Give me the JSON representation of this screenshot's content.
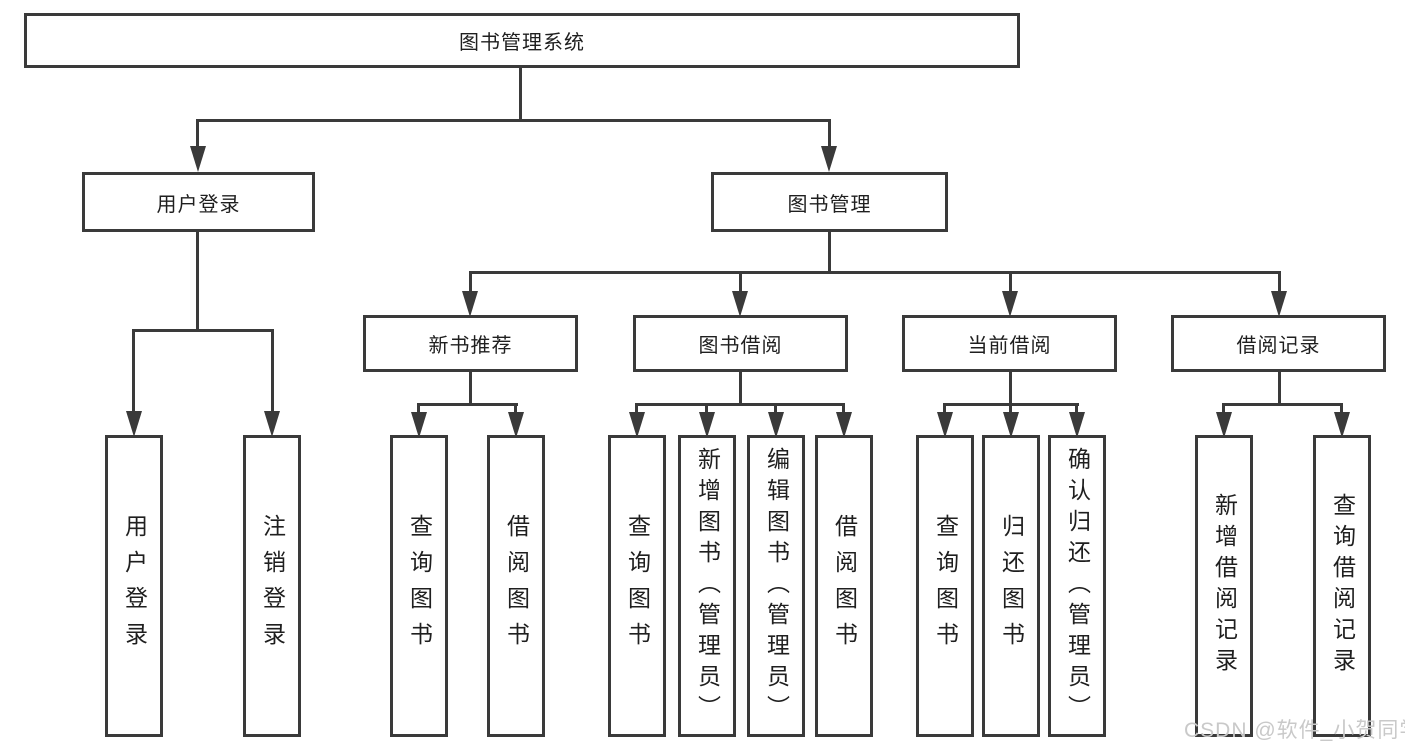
{
  "diagram": {
    "root": {
      "label": "图书管理系统"
    },
    "level2": {
      "user_login": {
        "label": "用户登录"
      },
      "book_mgmt": {
        "label": "图书管理"
      }
    },
    "level3": {
      "new_book": {
        "label": "新书推荐"
      },
      "borrow": {
        "label": "图书借阅"
      },
      "current": {
        "label": "当前借阅"
      },
      "record": {
        "label": "借阅记录"
      }
    },
    "leaves": {
      "user_login_1": "用户登录",
      "user_login_2": "注销登录",
      "new_book_1": "查询图书",
      "new_book_2": "借阅图书",
      "borrow_1": "查询图书",
      "borrow_2": "新增图书（管理员）",
      "borrow_3": "编辑图书（管理员）",
      "borrow_4": "借阅图书",
      "current_1": "查询图书",
      "current_2": "归还图书",
      "current_3": "确认归还（管理员）",
      "record_1": "新增借阅记录",
      "record_2": "查询借阅记录"
    },
    "colors": {
      "line": "#3a3a3a",
      "text": "#1f1f1f",
      "background": "#ffffff",
      "watermark": "#c9c9c9"
    }
  },
  "watermark": {
    "text": "CSDN @软件_小贺同学"
  }
}
